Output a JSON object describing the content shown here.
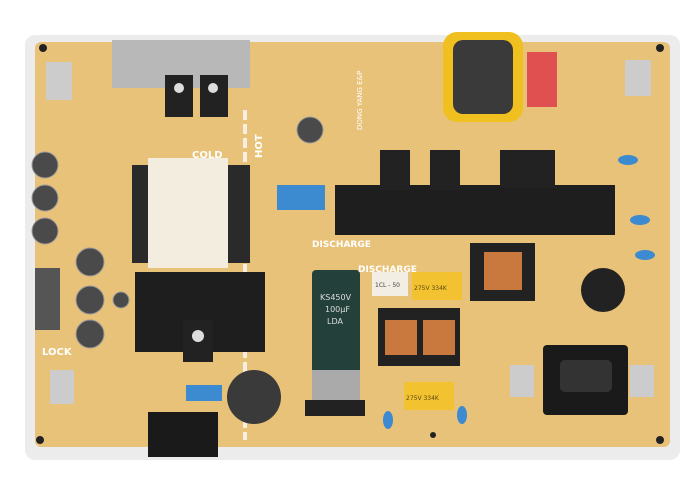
{
  "board": {
    "labels": {
      "cold": "COLD",
      "hot": "HOT",
      "lock": "LOCK",
      "discharge_1": "DISCHARGE",
      "discharge_2": "DISCHARGE",
      "cap_line1": "KS450V",
      "cap_line2": "100µF",
      "cap_line3": "LDA",
      "film_cap_1": "275V 334K",
      "film_cap_2": "275V 334K",
      "xcap": "1CL - 50",
      "brand": "DONG YANG E&P"
    },
    "colors": {
      "pcb": "#e9c27a",
      "heatsink": "#1e1e1e",
      "capacitor": "#23413a",
      "film_cap": "#f2c230",
      "coil": "#c9783e"
    }
  }
}
